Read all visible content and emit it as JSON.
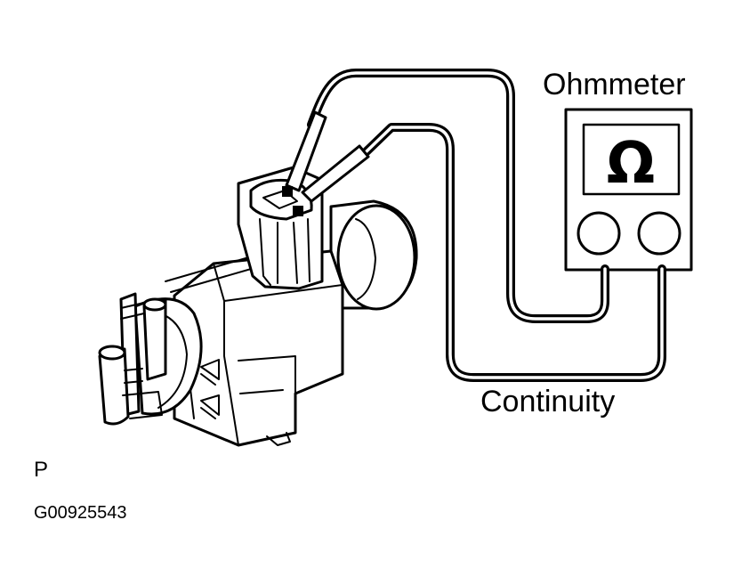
{
  "labels": {
    "ohmmeter": "Ohmmeter",
    "continuity": "Continuity",
    "view": "P",
    "figure_id": "G00925543"
  },
  "meter": {
    "symbol": "Ω"
  }
}
